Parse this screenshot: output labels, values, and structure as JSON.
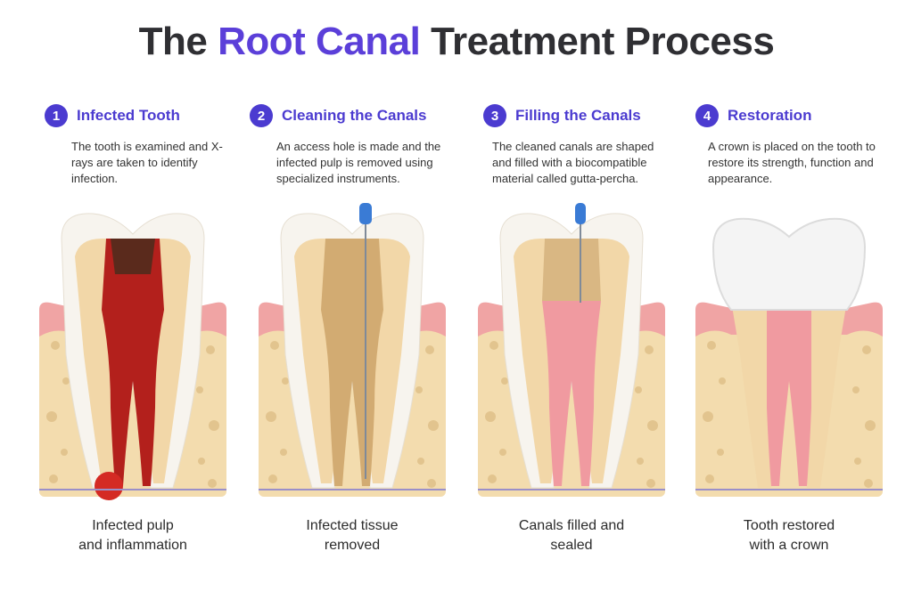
{
  "title": {
    "part1": "The ",
    "accent1": "Root",
    "space": " ",
    "accent2": "Canal",
    "part2": " Treatment Process"
  },
  "steps": [
    {
      "number": "1",
      "title": "Infected Tooth",
      "description": "The tooth is examined and X-rays are taken to identify infection.",
      "caption_line1": "Infected pulp",
      "caption_line2": "and inflammation"
    },
    {
      "number": "2",
      "title": "Cleaning the Canals",
      "description": "An access hole is made and the infected pulp is removed using specialized instruments.",
      "caption_line1": "Infected tissue",
      "caption_line2": "removed"
    },
    {
      "number": "3",
      "title": "Filling the Canals",
      "description": "The cleaned canals are shaped and filled with a biocompatible material called gutta-percha.",
      "caption_line1": "Canals filled and",
      "caption_line2": "sealed"
    },
    {
      "number": "4",
      "title": "Restoration",
      "description": "A crown is placed on the tooth to restore its strength, function and appearance.",
      "caption_line1": "Tooth restored",
      "caption_line2": "with a crown"
    }
  ],
  "colors": {
    "accent": "#4b3bd0",
    "gum": "#f0a4a4",
    "bone": "#f3dcae",
    "enamel": "#f7f4ee",
    "dentin": "#f2d7a8",
    "infection": "#b3201c",
    "filling": "#f09aa0",
    "instrument": "#3a7bd5"
  },
  "icons": [
    "tooth-infected-illustration",
    "tooth-cleaning-illustration",
    "tooth-filled-illustration",
    "tooth-crowned-illustration",
    "endodontic-file-icon"
  ]
}
